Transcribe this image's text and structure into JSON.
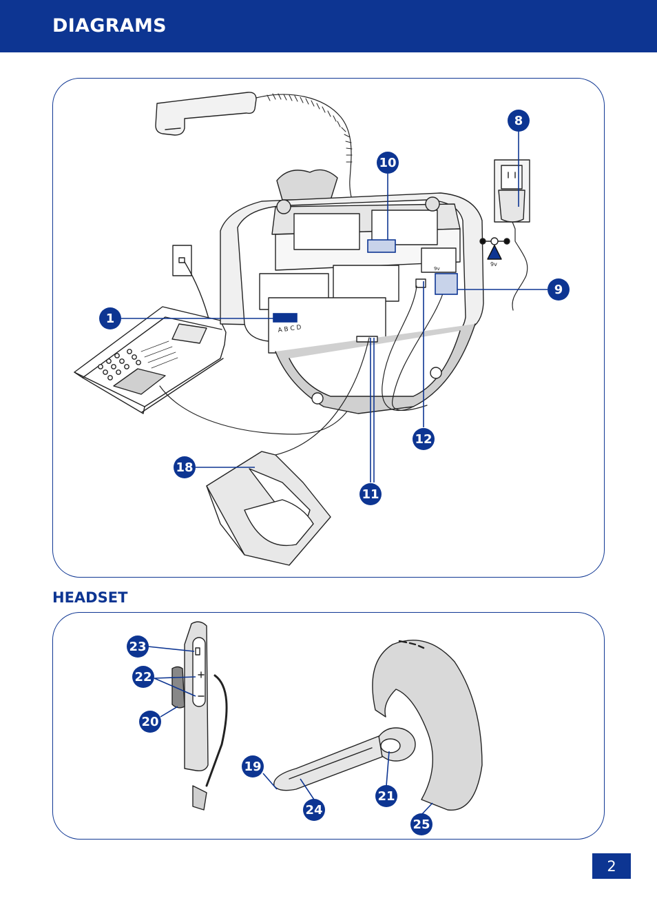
{
  "header": {
    "title": "DIAGRAMS"
  },
  "sections": {
    "headset_title": "HEADSET"
  },
  "base_labels": {
    "adapter_voltage": "9v",
    "rating": "9v"
  },
  "callouts": {
    "c1": "1",
    "c8": "8",
    "c9": "9",
    "c10": "10",
    "c11": "11",
    "c12": "12",
    "c18": "18",
    "c19": "19",
    "c20": "20",
    "c21": "21",
    "c22": "22",
    "c23": "23",
    "c24": "24",
    "c25": "25"
  },
  "switch_labels": "A B C D",
  "page": {
    "number": "2"
  },
  "colors": {
    "brand": "#0d3592",
    "line_art": "#222222",
    "gray_fill": "#d9d9d9"
  }
}
